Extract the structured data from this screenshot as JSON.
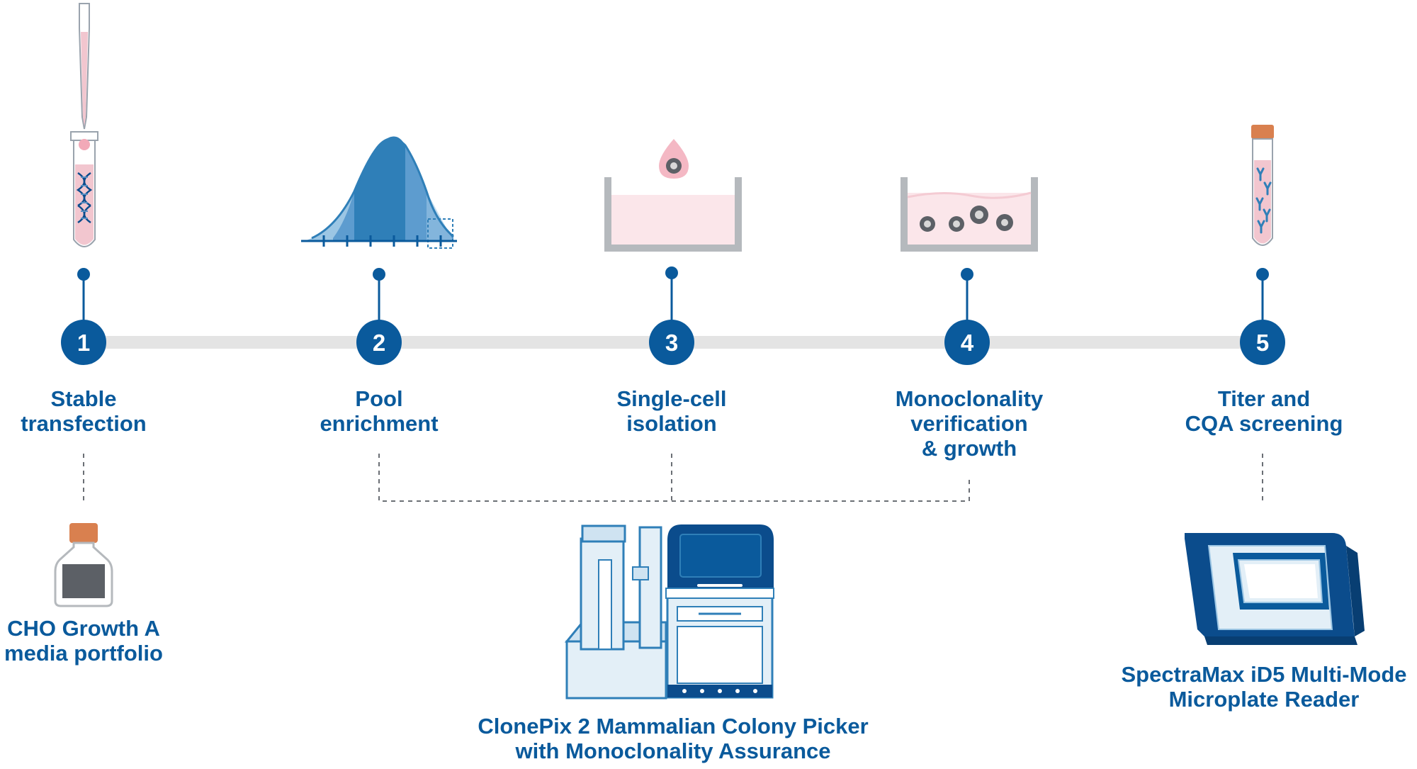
{
  "colors": {
    "primary": "#0a5a9c",
    "dark_blue": "#0b4c8c",
    "mid_blue": "#2f7fb8",
    "light_blue": "#9cc6e4",
    "pale_blue": "#e3eff7",
    "pink": "#f2c6cf",
    "pale_pink": "#fbe6ea",
    "gray_track": "#e4e4e4",
    "gray_dark": "#5c6066",
    "orange_cap": "#d9804f"
  },
  "steps": [
    {
      "number": "1",
      "title_lines": [
        "Stable",
        "transfection"
      ],
      "icon": "pipette-tube-dna-icon"
    },
    {
      "number": "2",
      "title_lines": [
        "Pool",
        "enrichment"
      ],
      "icon": "bell-curve-icon"
    },
    {
      "number": "3",
      "title_lines": [
        "Single-cell",
        "isolation"
      ],
      "icon": "single-cell-well-icon"
    },
    {
      "number": "4",
      "title_lines": [
        "Monoclonality",
        "verification",
        "& growth"
      ],
      "icon": "colony-well-icon"
    },
    {
      "number": "5",
      "title_lines": [
        "Titer and",
        "CQA screening"
      ],
      "icon": "antibody-tube-icon"
    }
  ],
  "products": [
    {
      "name_lines": [
        "CHO Growth A",
        "media portfolio"
      ],
      "icon": "media-bottle-icon"
    },
    {
      "name_lines": [
        "ClonePix 2 Mammalian Colony Picker",
        "with Monoclonality Assurance"
      ],
      "icon": "colony-picker-instrument-icon"
    },
    {
      "name_lines": [
        "SpectraMax iD5 Multi-Mode",
        "Microplate Reader"
      ],
      "icon": "microplate-reader-icon"
    }
  ]
}
